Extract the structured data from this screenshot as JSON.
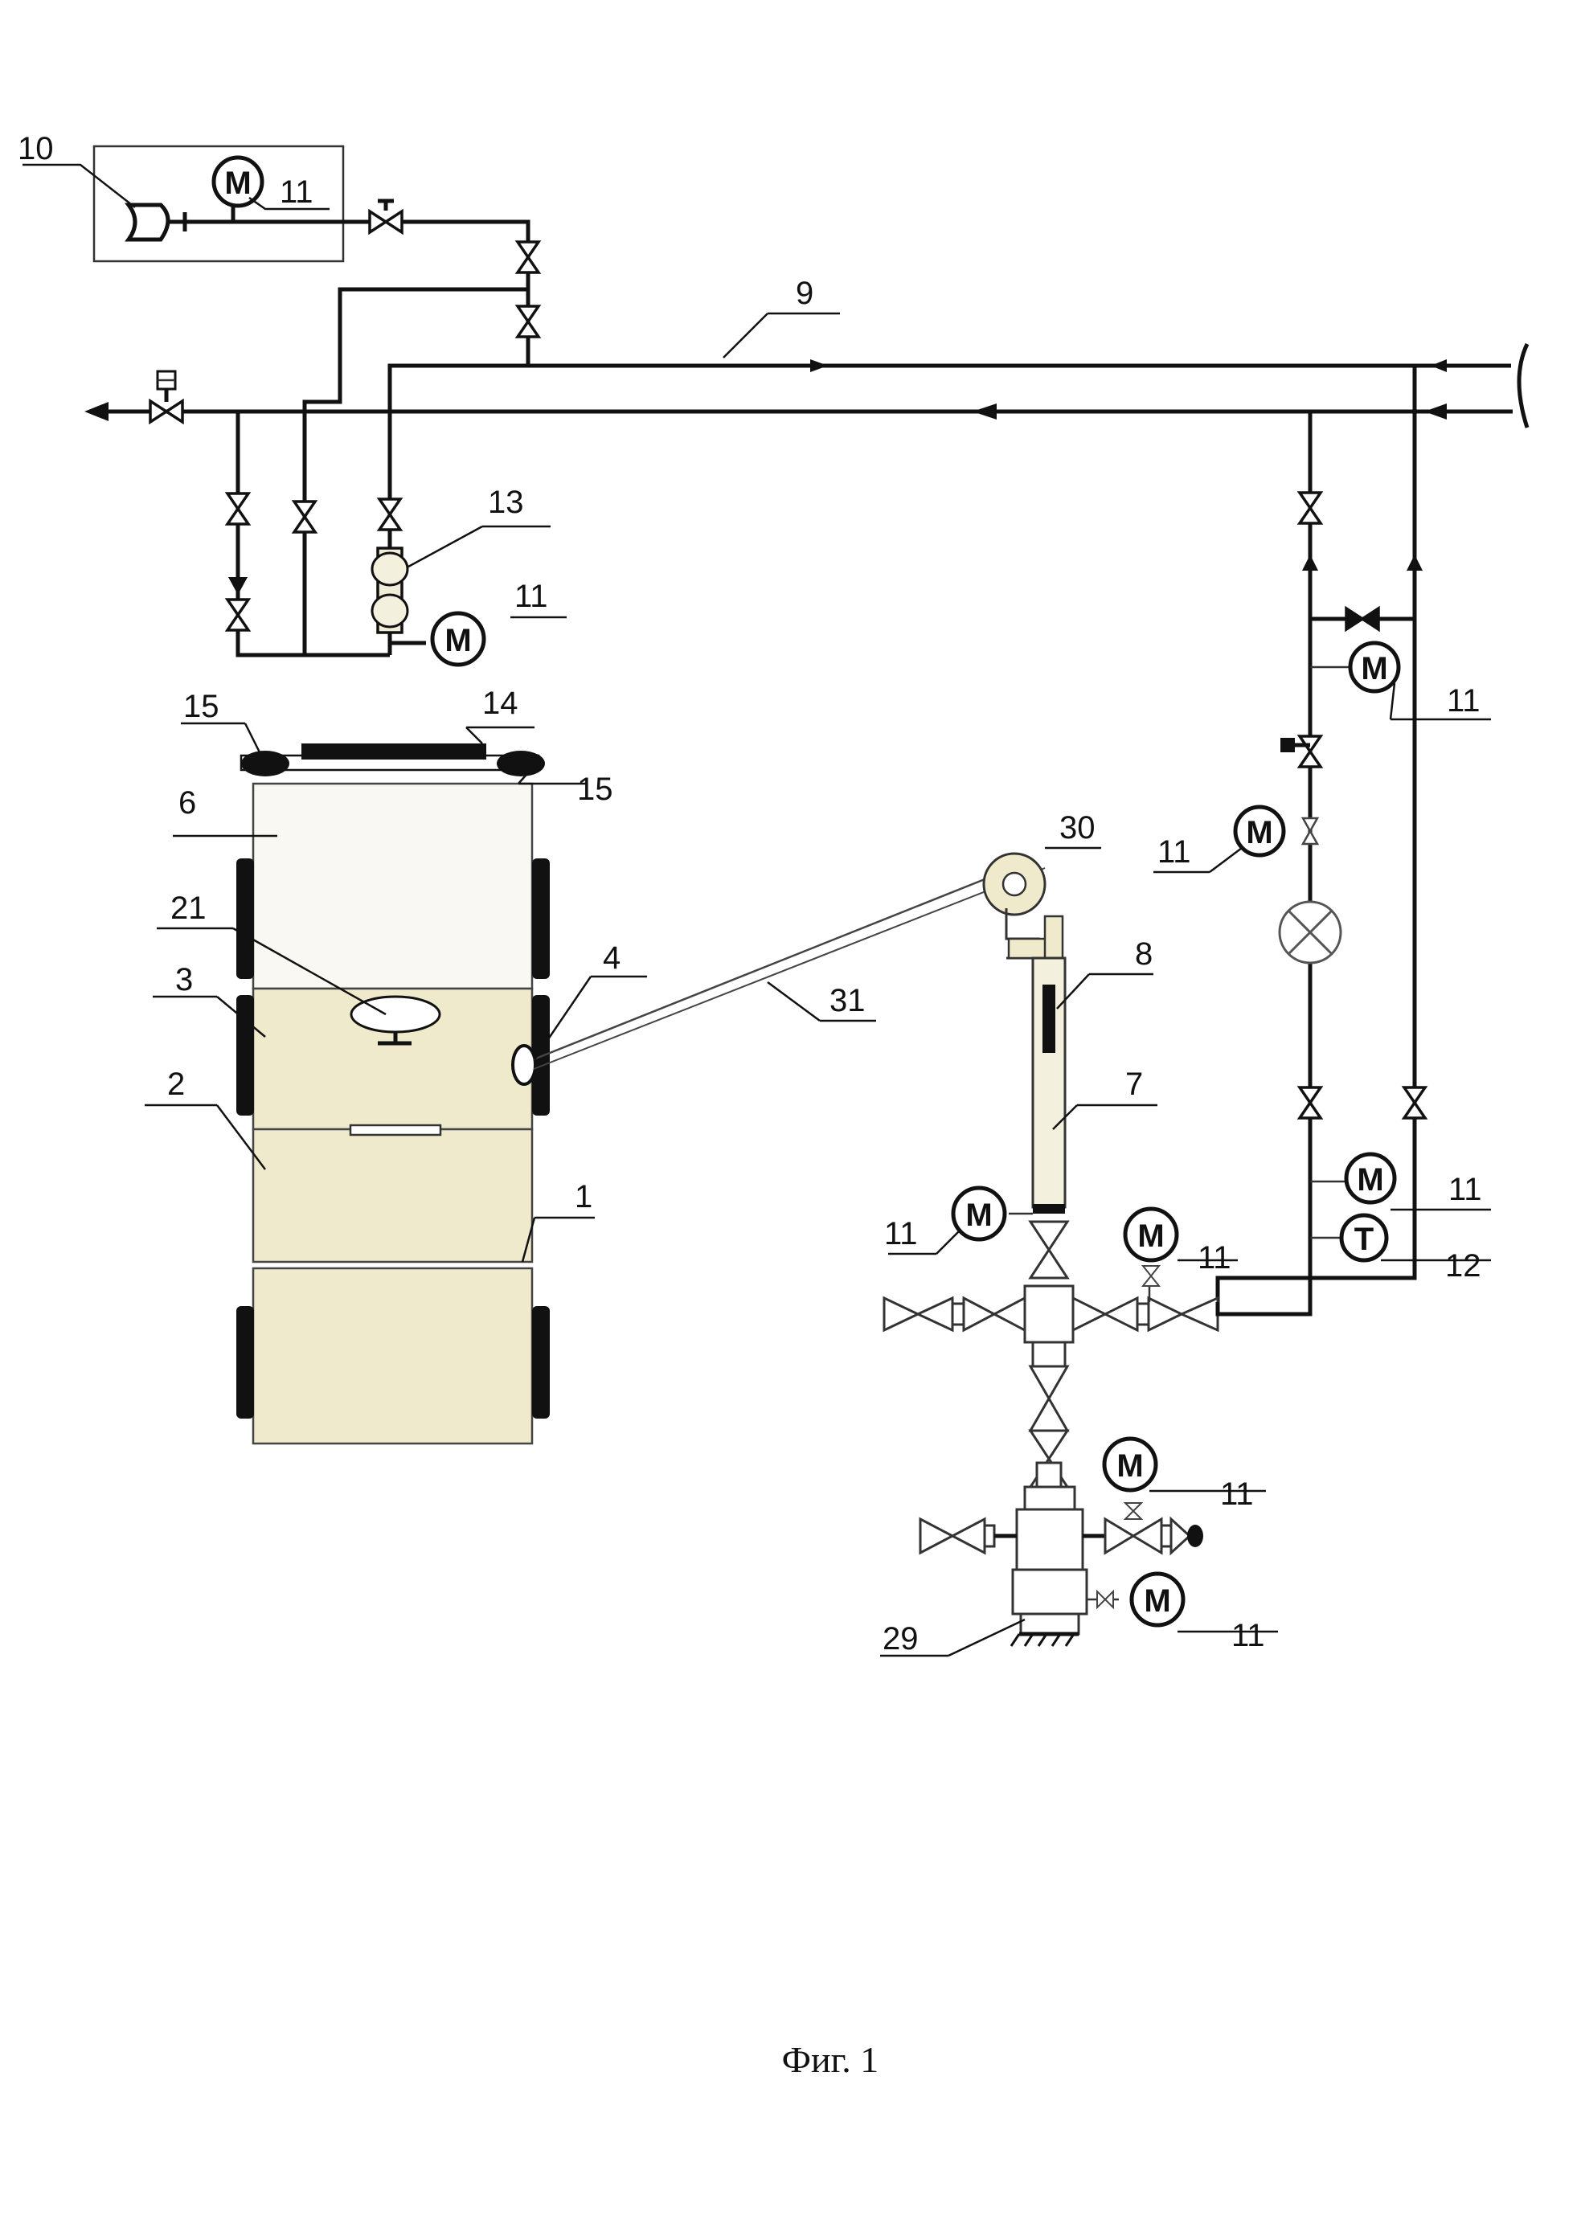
{
  "labels": {
    "l10": "10",
    "l11": "11",
    "l12": "12",
    "l13": "13",
    "l14": "14",
    "l15": "15",
    "l6": "6",
    "l21": "21",
    "l3": "3",
    "l2": "2",
    "l4": "4",
    "l1": "1",
    "l9": "9",
    "l30": "30",
    "l31": "31",
    "l8": "8",
    "l7": "7",
    "l29": "29"
  },
  "gauge_letters": {
    "manometer": "M",
    "thermometer": "T"
  },
  "caption": "Фиг. 1",
  "colors": {
    "line": "#111111",
    "vehicle_fill": "#efeacb",
    "vehicle_fill_light": "#f9f8f2",
    "track": "#111111",
    "tube": "#f4f0de"
  }
}
